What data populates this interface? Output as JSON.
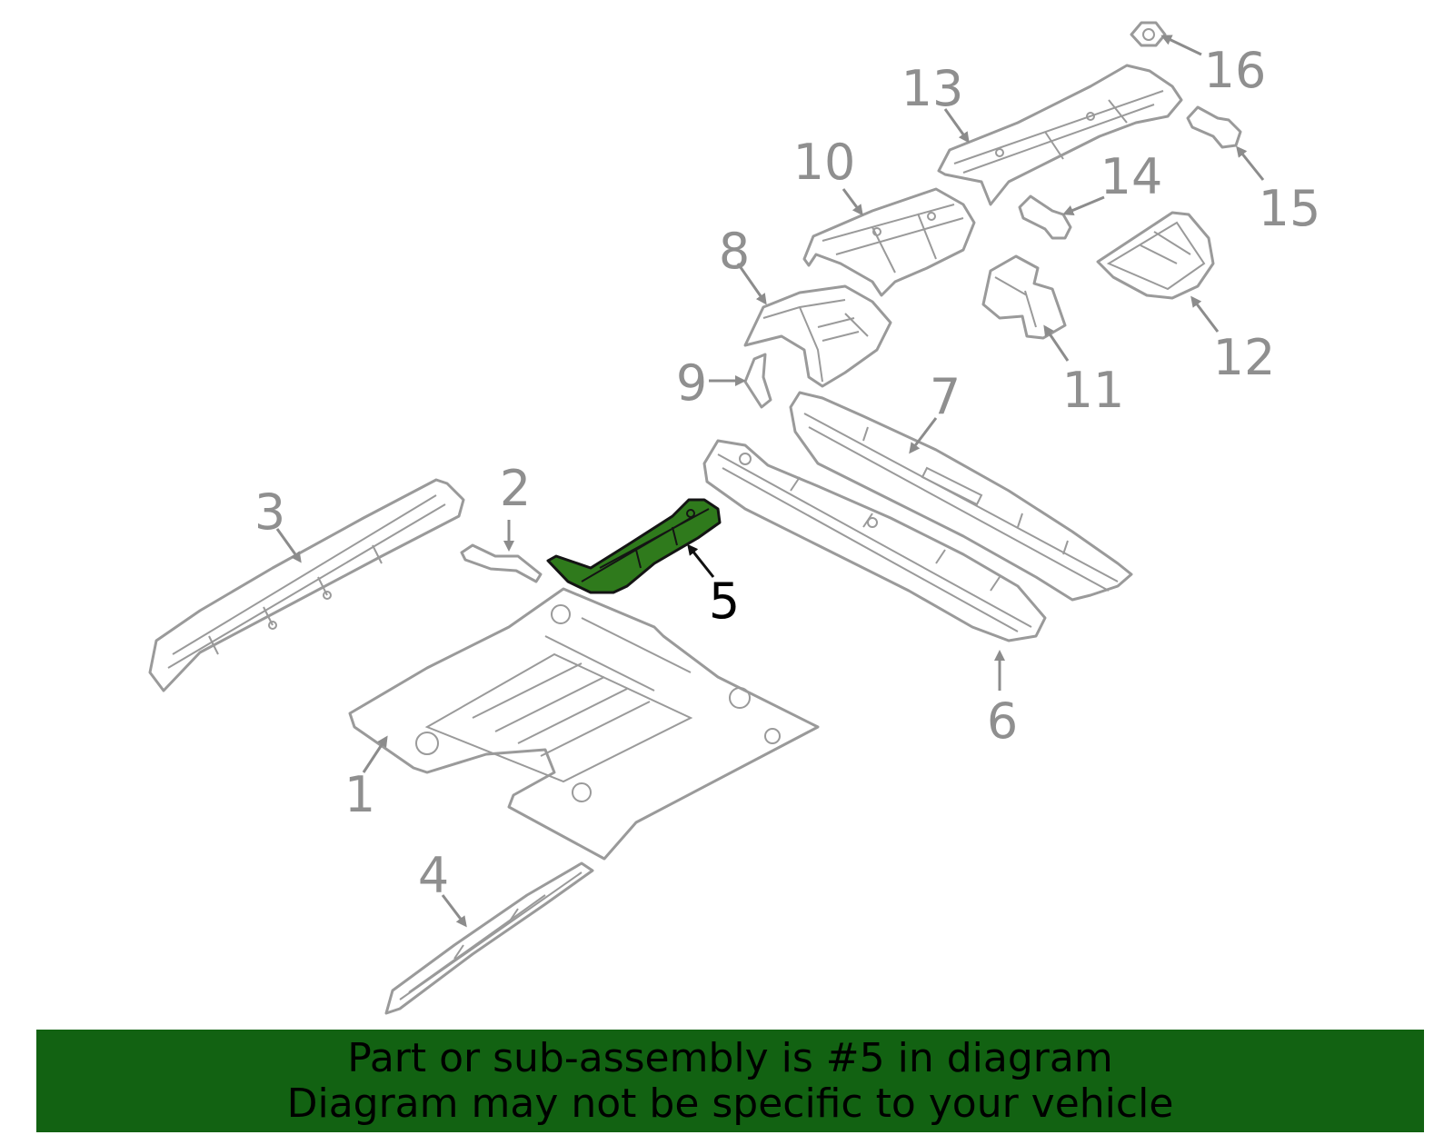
{
  "callouts": {
    "c1": "1",
    "c2": "2",
    "c3": "3",
    "c4": "4",
    "c5": "5",
    "c6": "6",
    "c7": "7",
    "c8": "8",
    "c9": "9",
    "c10": "10",
    "c11": "11",
    "c12": "12",
    "c13": "13",
    "c14": "14",
    "c15": "15",
    "c16": "16"
  },
  "highlighted_part": "5",
  "colors": {
    "highlight_fill": "#2f7a1c",
    "banner_bg": "#126212",
    "line_gray": "#9a9a9a"
  },
  "banner": {
    "line1": "Part or sub-assembly is #5 in diagram",
    "line2": "Diagram may not be specific to your vehicle"
  }
}
